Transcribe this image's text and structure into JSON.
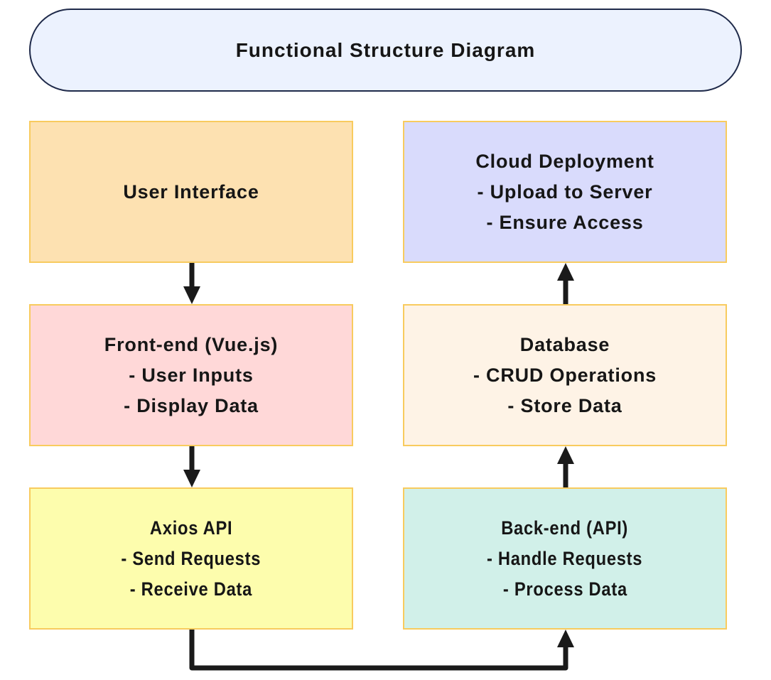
{
  "title": "Functional Structure Diagram",
  "nodes": {
    "user_interface": {
      "lines": [
        "User Interface"
      ],
      "color": "#fde1b1"
    },
    "frontend": {
      "lines": [
        "Front-end (Vue.js)",
        "- User Inputs",
        "- Display Data"
      ],
      "color": "#ffd8d8"
    },
    "axios": {
      "lines": [
        "Axios API",
        "- Send Requests",
        "- Receive Data"
      ],
      "color": "#fdfdad"
    },
    "backend": {
      "lines": [
        "Back-end (API)",
        "- Handle Requests",
        "- Process Data"
      ],
      "color": "#d1f0e9"
    },
    "database": {
      "lines": [
        "Database",
        "- CRUD Operations",
        "- Store Data"
      ],
      "color": "#fef3e6"
    },
    "cloud": {
      "lines": [
        "Cloud Deployment",
        "- Upload to Server",
        "- Ensure Access"
      ],
      "color": "#d9dbfc"
    }
  },
  "edges": [
    {
      "from": "user_interface",
      "to": "frontend"
    },
    {
      "from": "frontend",
      "to": "axios"
    },
    {
      "from": "axios",
      "to": "backend"
    },
    {
      "from": "backend",
      "to": "database"
    },
    {
      "from": "database",
      "to": "cloud"
    }
  ],
  "colors": {
    "border": "#f8cb5e",
    "arrow": "#1a1a1a",
    "title_bg": "#ecf2fe",
    "title_border": "#1f2a4a"
  }
}
